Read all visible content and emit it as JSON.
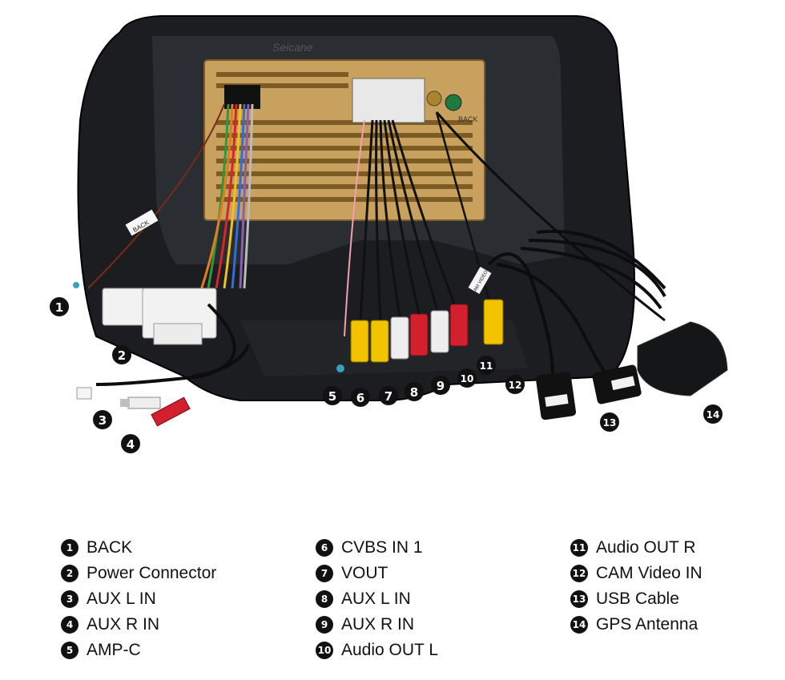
{
  "brand_watermark": "Seicane",
  "unit_labels": {
    "back_port": "BACK",
    "back_tag": "BACK",
    "cam_tag": "CAM VIDEO"
  },
  "markers": [
    "1",
    "2",
    "3",
    "4",
    "5",
    "6",
    "7",
    "8",
    "9",
    "10",
    "11",
    "12",
    "13",
    "14"
  ],
  "legend": {
    "columns": [
      [
        {
          "num": "1",
          "label": "BACK"
        },
        {
          "num": "2",
          "label": "Power Connector"
        },
        {
          "num": "3",
          "label": "AUX L IN"
        },
        {
          "num": "4",
          "label": "AUX R IN"
        },
        {
          "num": "5",
          "label": "AMP-C"
        }
      ],
      [
        {
          "num": "6",
          "label": "CVBS IN 1"
        },
        {
          "num": "7",
          "label": "VOUT"
        },
        {
          "num": "8",
          "label": "AUX L IN"
        },
        {
          "num": "9",
          "label": "AUX R IN"
        },
        {
          "num": "10",
          "label": "Audio OUT L"
        }
      ],
      [
        {
          "num": "11",
          "label": "Audio OUT R"
        },
        {
          "num": "12",
          "label": "CAM Video IN"
        },
        {
          "num": "13",
          "label": "USB Cable"
        },
        {
          "num": "14",
          "label": "GPS Antenna"
        }
      ]
    ]
  },
  "colors": {
    "bezel": "#1b1d20",
    "unit_body": "#c9a15e",
    "rca_yellow": "#f2c400",
    "rca_red": "#d3202f",
    "rca_white": "#eeeeee"
  }
}
